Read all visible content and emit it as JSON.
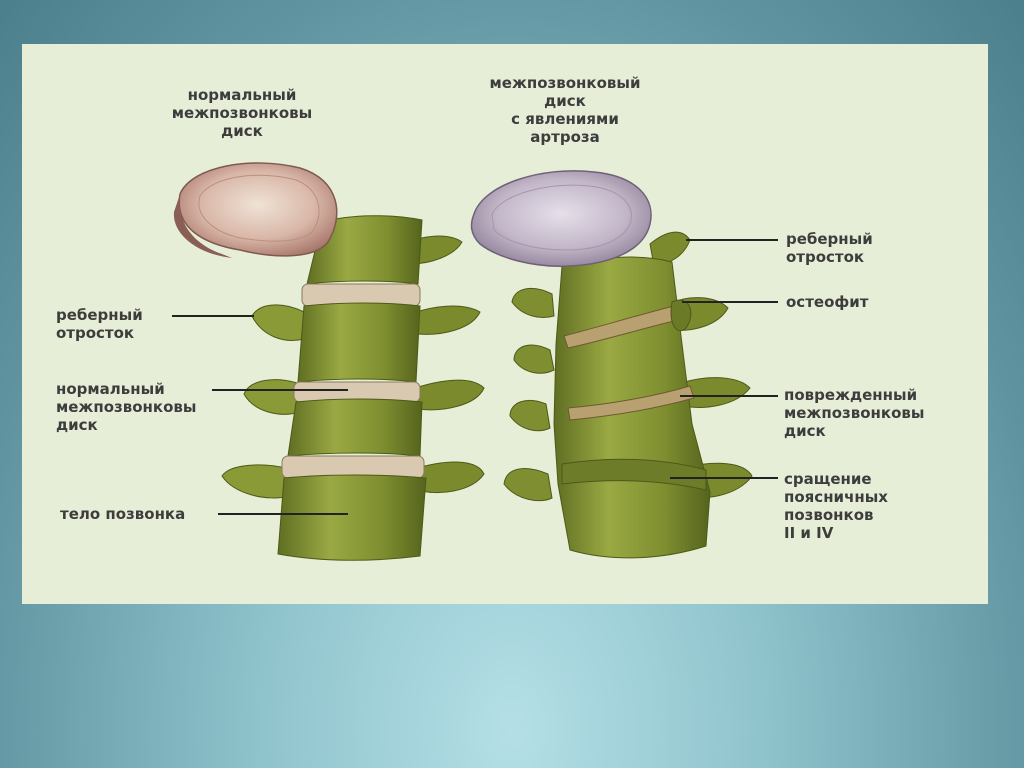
{
  "labels": {
    "normal_disc_title": "нормальный\nмежпозвонковы\nдиск",
    "arthrosis_disc_title": "межпозвонковый\nдиск\nс явлениями\nартроза",
    "rib_process_left": "реберный\nотросток",
    "normal_disc_left": "нормальный\nмежпозвонковы\nдиск",
    "vertebral_body": "тело позвонка",
    "rib_process_right": "реберный\nотросток",
    "osteophyte": "остеофит",
    "damaged_disc": "поврежденный\nмежпозвонковы\n диск",
    "fusion": "сращение\nпоясничных\nпозвонков\nII и IV"
  },
  "colors": {
    "panel": "#e7eed7",
    "bone": "#8e9c3a",
    "bone_dark": "#5f6e22",
    "disc_normal": "#d6bdb0",
    "disc_arthrosis": "#bcb4c4",
    "label_text": "#3d3d3d"
  }
}
